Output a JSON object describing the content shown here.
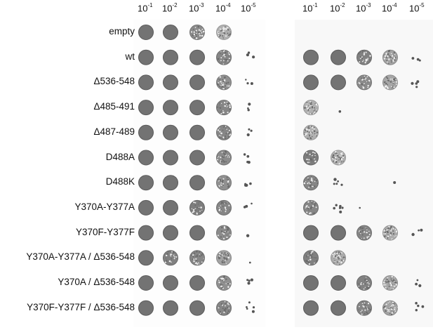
{
  "dilutions": [
    {
      "base": "10",
      "exp": "-1"
    },
    {
      "base": "10",
      "exp": "-2"
    },
    {
      "base": "10",
      "exp": "-3"
    },
    {
      "base": "10",
      "exp": "-4"
    },
    {
      "base": "10",
      "exp": "-5"
    }
  ],
  "strains": [
    {
      "label": "empty",
      "left": [
        1,
        1,
        0.75,
        0.35,
        0
      ],
      "right": [
        0,
        0,
        0,
        0,
        0
      ]
    },
    {
      "label": "wt",
      "left": [
        1,
        1,
        1,
        0.8,
        0.1
      ],
      "right": [
        1,
        1,
        0.85,
        0.5,
        0.1
      ]
    },
    {
      "label": "Δ536-548",
      "left": [
        1,
        1,
        1,
        0.7,
        0.1
      ],
      "right": [
        1,
        1,
        0.75,
        0.45,
        0.15
      ]
    },
    {
      "label": "Δ485-491",
      "left": [
        1,
        1,
        1,
        0.8,
        0.15
      ],
      "right": [
        0.35,
        0.02,
        0,
        0,
        0
      ]
    },
    {
      "label": "Δ487-489",
      "left": [
        1,
        1,
        1,
        0.8,
        0.1
      ],
      "right": [
        0.35,
        0,
        0,
        0,
        0
      ]
    },
    {
      "label": "D488A",
      "left": [
        1,
        1,
        1,
        0.75,
        0.15
      ],
      "right": [
        0.9,
        0.35,
        0,
        0,
        0
      ]
    },
    {
      "label": "D488K",
      "left": [
        1,
        1,
        1,
        0.7,
        0.15
      ],
      "right": [
        0.8,
        0.2,
        0,
        0.02,
        0
      ]
    },
    {
      "label": "Y370A-Y377A",
      "left": [
        1,
        1,
        0.9,
        0.8,
        0.1
      ],
      "right": [
        0.8,
        0.25,
        0.02,
        0,
        0
      ]
    },
    {
      "label": "Y370F-Y377F",
      "left": [
        1,
        1,
        1,
        0.75,
        0.05
      ],
      "right": [
        1,
        1,
        0.8,
        0.4,
        0.1
      ]
    },
    {
      "label": "Y370A-Y377A / Δ536-548",
      "left": [
        1,
        0.85,
        0.8,
        0.5,
        0.05
      ],
      "right": [
        0.85,
        0.4,
        0,
        0,
        0
      ]
    },
    {
      "label": "Y370A / Δ536-548",
      "left": [
        1,
        1,
        1,
        0.7,
        0.15
      ],
      "right": [
        1,
        1,
        0.85,
        0.45,
        0.1
      ]
    },
    {
      "label": "Y370F-Y377F / Δ536-548",
      "left": [
        1,
        1,
        1,
        0.8,
        0.2
      ],
      "right": [
        1,
        1,
        0.8,
        0.5,
        0.15
      ]
    }
  ]
}
